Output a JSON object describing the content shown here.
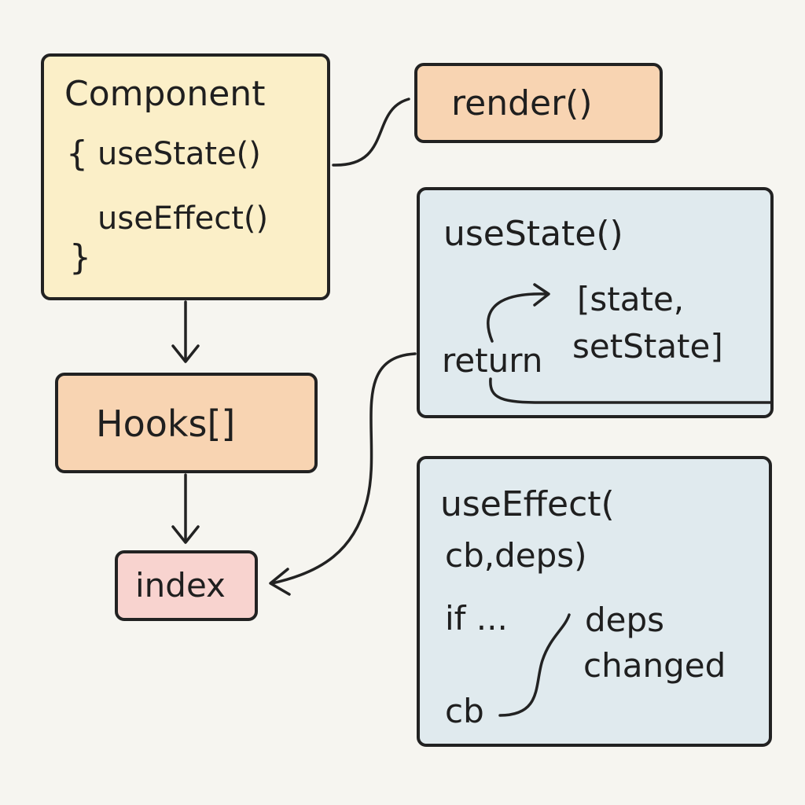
{
  "component": {
    "title": "Component",
    "open_brace": "{",
    "line1": "useState()",
    "line2": "useEffect()",
    "close_brace": "}"
  },
  "render_box": {
    "label": "render()"
  },
  "hooks_box": {
    "label": "Hooks[]"
  },
  "index_box": {
    "label": "index"
  },
  "usestate_box": {
    "title": "useState()",
    "return_label": "return",
    "result_line1": "[state,",
    "result_line2": "setState]"
  },
  "useeffect_box": {
    "title_line1": "useEffect(",
    "title_line2": "cb,deps)",
    "if_label": "if ...",
    "condition_line1": "deps",
    "condition_line2": "changed",
    "cb_label": "cb"
  },
  "colors": {
    "background": "#f6f5f0",
    "component_fill": "#fbefc8",
    "render_fill": "#f8d4b2",
    "hooks_fill": "#f8d4b2",
    "index_fill": "#f8d3cf",
    "hook_detail_fill": "#e0eaee",
    "stroke": "#222222"
  }
}
